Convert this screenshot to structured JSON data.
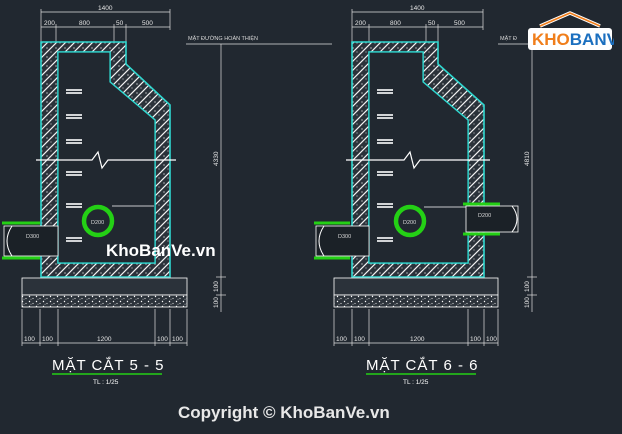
{
  "logo": {
    "text": "KHOBANVE",
    "prefix": "KHO",
    "suffix": "BANVE"
  },
  "road_label": "MẶT ĐƯỜNG HOÀN THIỆN",
  "road_label_short": "MẶT Đ",
  "sections": [
    {
      "title": "MẶT CẮT 5 - 5",
      "scale": "TL : 1/25",
      "dims_top": {
        "total": "1400",
        "parts": [
          "200",
          "800",
          "50",
          "500"
        ]
      },
      "dims_bottom": {
        "center": "1200",
        "left": [
          "100",
          "100"
        ],
        "right": [
          "100",
          "100"
        ]
      },
      "dims_right": {
        "height": "4330",
        "base": [
          "100",
          "100"
        ]
      },
      "pipes": [
        "D300",
        "D200"
      ]
    },
    {
      "title": "MẶT CẮT 6 - 6",
      "scale": "TL : 1/25",
      "dims_top": {
        "total": "1400",
        "parts": [
          "200",
          "800",
          "50",
          "500"
        ]
      },
      "dims_bottom": {
        "center": "1200",
        "left": [
          "100",
          "100"
        ],
        "right": [
          "100",
          "100"
        ]
      },
      "dims_right": {
        "height": "4810",
        "base": [
          "100",
          "100"
        ]
      },
      "pipes": [
        "D300",
        "D200",
        "D200"
      ]
    }
  ],
  "watermark": "KhoBanVe.vn",
  "copyright": "Copyright © KhoBanVe.vn",
  "colors": {
    "background": "#212830",
    "wall_outline": "#2fd8d0",
    "pipe_ring": "#24d015",
    "logo_orange": "#f07e1b",
    "logo_blue": "#1b6fbf"
  }
}
